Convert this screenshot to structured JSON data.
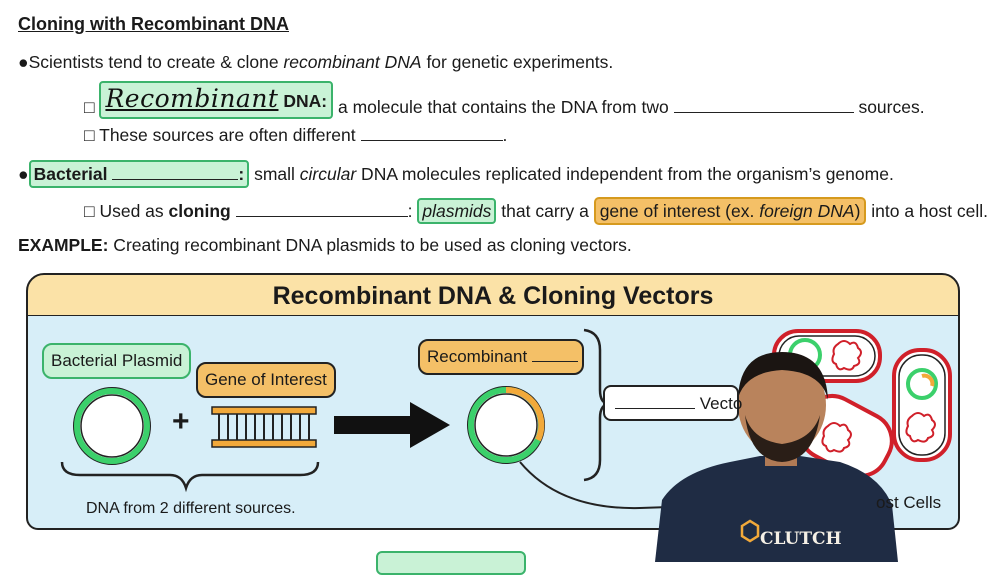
{
  "title": "Cloning with Recombinant DNA",
  "line1": {
    "bullet": "●",
    "text_a": "Scientists tend to create & clone ",
    "text_italic": "recombinant DNA",
    "text_b": " for genetic experiments."
  },
  "line2": {
    "checkbox": "□",
    "handwritten": "Recombinant",
    "term": "DNA:",
    "text": " a molecule that contains the DNA from two",
    "text_end": "sources."
  },
  "line3": {
    "checkbox": "□",
    "text": "These sources are often different",
    "end": "."
  },
  "line4": {
    "bullet": "●",
    "term": "Bacterial",
    "colon": ":",
    "text_a": " small ",
    "text_italic": "circular",
    "text_b": " DNA molecules replicated independent from the organism’s genome."
  },
  "line5": {
    "checkbox": "□",
    "text_a": "Used as ",
    "text_bold": "cloning",
    "colon": ":",
    "plasmids": "plasmids",
    "text_b": " that carry a ",
    "gene_a": "gene of interest (ex. ",
    "gene_italic": "foreign DNA",
    "gene_b": ")",
    "text_c": " into a host cell."
  },
  "example": {
    "label": "EXAMPLE:",
    "text": " Creating recombinant DNA plasmids to be used as cloning vectors."
  },
  "panel": {
    "heading": "Recombinant DNA & Cloning Vectors",
    "bacterial_plasmid": "Bacterial Plasmid",
    "gene_of_interest": "Gene of Interest",
    "plus": "+",
    "recombinant": "Recombinant",
    "vector": "Vecto",
    "caption_sources": "DNA from 2 different sources.",
    "host_cells": "ost Cells"
  },
  "overlay": {
    "badge": "CLUTCH"
  },
  "colors": {
    "green_fill": "#c9f2d6",
    "green_border": "#3bb36b",
    "gold": "#f4c067",
    "panel_bg": "#d7eef8",
    "panel_head": "#fbe2a7",
    "host_red": "#d0202a"
  }
}
